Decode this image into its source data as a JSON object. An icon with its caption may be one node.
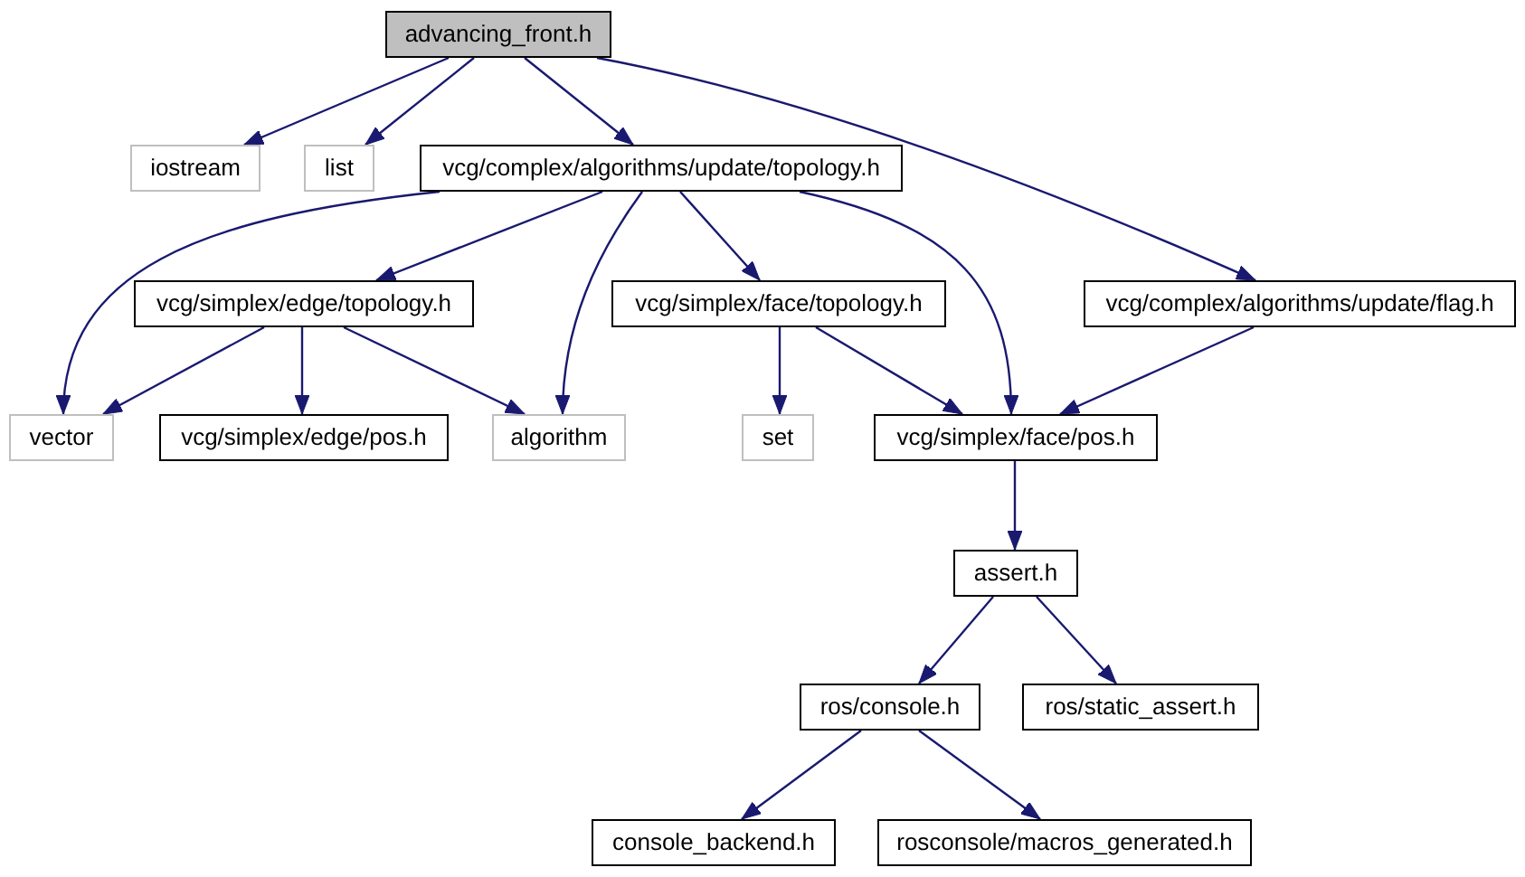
{
  "diagram": {
    "nodes": [
      {
        "text": [
          "advancing_front.h"
        ]
      },
      {
        "text": [
          "iostream"
        ]
      },
      {
        "text": [
          "list"
        ]
      },
      {
        "text": [
          "vcg/complex/algorithms/update/topology.h"
        ]
      },
      {
        "text": [
          "vcg/simplex/edge/topology.h"
        ]
      },
      {
        "text": [
          "vcg/simplex/face/topology.h"
        ]
      },
      {
        "text": [
          "vcg/complex/algorithms/update/flag.h"
        ]
      },
      {
        "text": [
          "vector"
        ]
      },
      {
        "text": [
          "vcg/simplex/edge/pos.h"
        ]
      },
      {
        "text": [
          "algorithm"
        ]
      },
      {
        "text": [
          "set"
        ]
      },
      {
        "text": [
          "vcg/simplex/face/pos.h"
        ]
      },
      {
        "text": [
          "assert.h"
        ]
      },
      {
        "text": [
          "ros/console.h"
        ]
      },
      {
        "text": [
          "ros/static_assert.h"
        ]
      },
      {
        "text": [
          "console_backend.h"
        ]
      },
      {
        "text": [
          "rosconsole/macros_generated.h"
        ]
      }
    ],
    "edges": [
      {
        "from": 0,
        "to": 1,
        "arrow": "to"
      },
      {
        "from": 0,
        "to": 2,
        "arrow": "to"
      },
      {
        "from": 0,
        "to": 3,
        "arrow": "to"
      },
      {
        "from": 0,
        "to": 6,
        "arrow": "to"
      },
      {
        "from": 3,
        "to": 7,
        "arrow": "to"
      },
      {
        "from": 3,
        "to": 4,
        "arrow": "to"
      },
      {
        "from": 3,
        "to": 9,
        "arrow": "to"
      },
      {
        "from": 3,
        "to": 5,
        "arrow": "to"
      },
      {
        "from": 3,
        "to": 11,
        "arrow": "to"
      },
      {
        "from": 4,
        "to": 7,
        "arrow": "to"
      },
      {
        "from": 4,
        "to": 8,
        "arrow": "to"
      },
      {
        "from": 4,
        "to": 9,
        "arrow": "to"
      },
      {
        "from": 5,
        "to": 10,
        "arrow": "to"
      },
      {
        "from": 5,
        "to": 11,
        "arrow": "to"
      },
      {
        "from": 6,
        "to": 11,
        "arrow": "to"
      },
      {
        "from": 11,
        "to": 12,
        "arrow": "to"
      },
      {
        "from": 12,
        "to": 13,
        "arrow": "to"
      },
      {
        "from": 12,
        "to": 14,
        "arrow": "to"
      },
      {
        "from": 13,
        "to": 15,
        "arrow": "to"
      },
      {
        "from": 13,
        "to": 16,
        "arrow": "to"
      }
    ]
  }
}
